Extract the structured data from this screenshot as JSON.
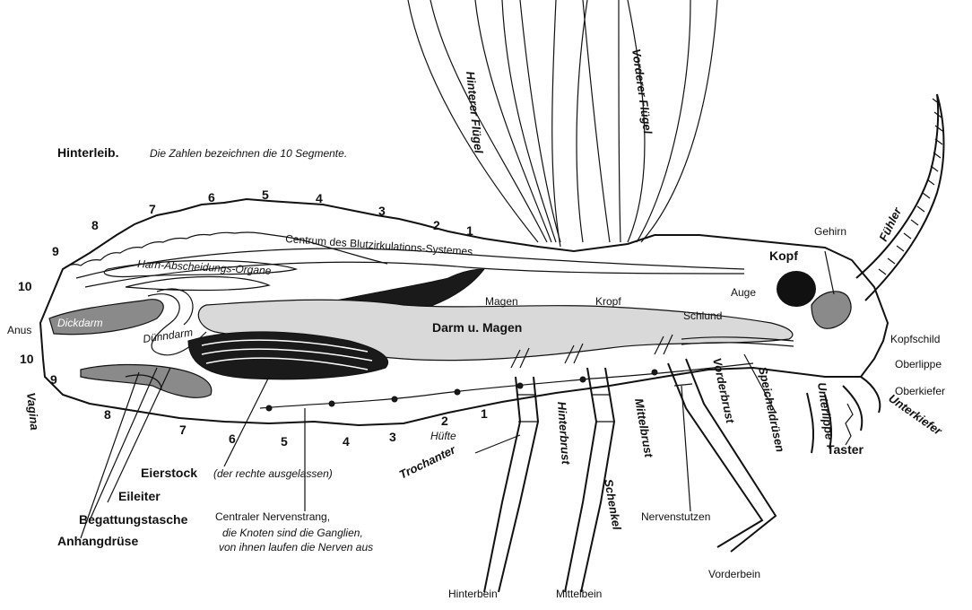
{
  "caption": {
    "heading": "Hinterleib.",
    "note": "Die Zahlen bezeichnen die 10 Segmente."
  },
  "wing_labels": {
    "hind": "Hinterer Flügel",
    "front": "Vorderer Flügel"
  },
  "segments_top": [
    "1",
    "2",
    "3",
    "4",
    "5",
    "6",
    "7",
    "8",
    "9",
    "10"
  ],
  "segments_bottom": [
    "1",
    "2",
    "3",
    "4",
    "5",
    "6",
    "7",
    "8",
    "9",
    "10"
  ],
  "organ_labels": {
    "circulation": "Centrum des Blutzirkulations-Systemes",
    "excretion": "Harn-Abscheidungs-Organe",
    "stomach": "Magen",
    "crop": "Kropf",
    "gut": "Darm u. Magen",
    "throat": "Schlund",
    "eye": "Auge",
    "head": "Kopf",
    "brain": "Gehirn",
    "antenna": "Fühler",
    "anus": "Anus",
    "colon": "Dickdarm",
    "small_intestine": "Dünndarm",
    "vagina": "Vagina"
  },
  "head_labels": {
    "head_shield": "Kopfschild",
    "upper_lip": "Oberlippe",
    "upper_jaw": "Oberkiefer",
    "lower_jaw": "Unterkiefer",
    "lower_lip": "Unterlippe",
    "palp": "Taster",
    "salivary": "Speicheldrüsen",
    "forebreast": "Vorderbrust",
    "midbreast": "Mittelbrust",
    "hindbreast": "Hinterbrust"
  },
  "leg_labels": {
    "hip": "Hüfte",
    "trochanter": "Trochanter",
    "thigh": "Schenkel",
    "nerve_supports": "Nervenstutzen",
    "foreleg": "Vorderbein",
    "midleg": "Mittelbein",
    "hindleg": "Hinterbein"
  },
  "lower_labels": {
    "ovary": "Eierstock",
    "ovary_note": "(der rechte ausgelassen)",
    "oviduct": "Eileiter",
    "bursa": "Begattungstasche",
    "appendage_gland": "Anhangdrüse",
    "nerve_cord": "Centraler Nervenstrang,",
    "nerve_note1": "die Knoten sind die Ganglien,",
    "nerve_note2": "von ihnen laufen die Nerven aus"
  }
}
